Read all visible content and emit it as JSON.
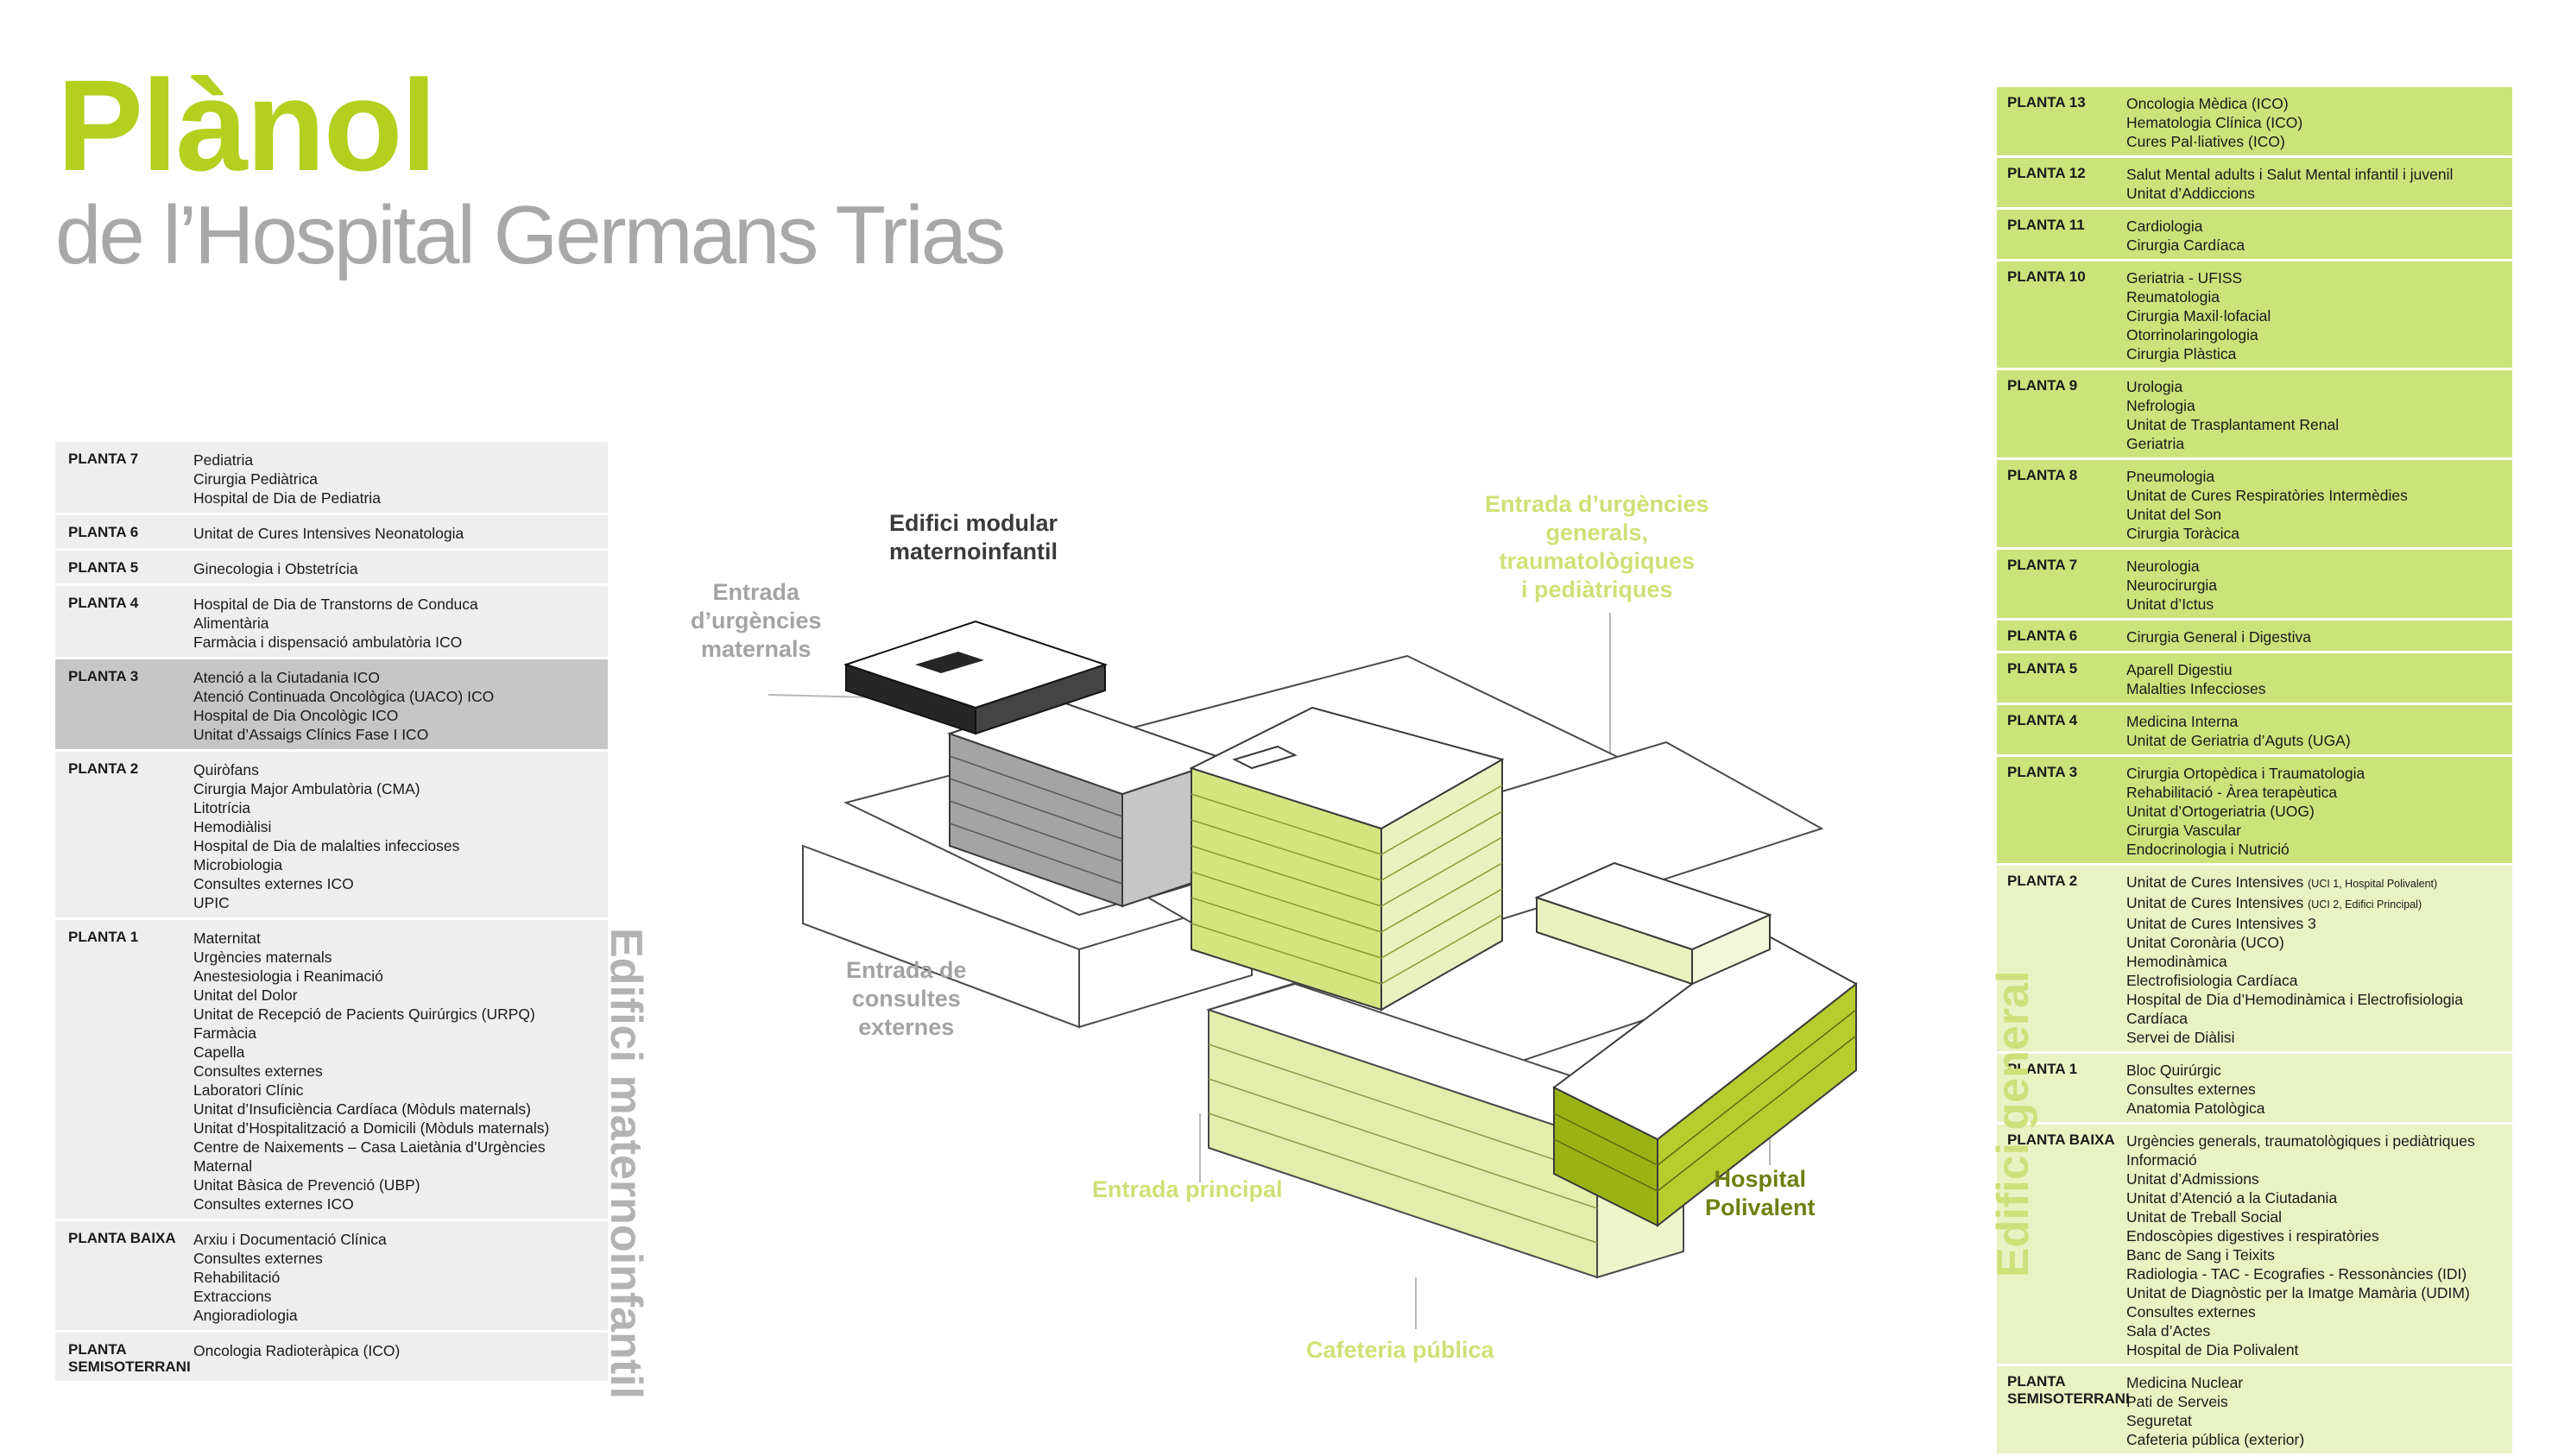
{
  "title": {
    "main": "Plànol",
    "sub": "de l’Hospital Germans Trias"
  },
  "sections": {
    "left": "Edifici maternoinfantil",
    "right": "Edifici general"
  },
  "labels": {
    "modular": "Edifici modular\nmaternoinfantil",
    "urgencies_maternals": "Entrada\nd’urgències\nmaternals",
    "urgencies_generals": "Entrada d’urgències\ngenerals,\ntraumatològiques\ni pediàtriques",
    "consultes_externes": "Entrada de\nconsultes\nexternes",
    "entrada_principal": "Entrada principal",
    "hospital_polivalent": "Hospital\nPolivalent",
    "cafeteria": "Cafeteria pública"
  },
  "colors": {
    "accent_green": "#b5cf1e",
    "panel_green": "#cce27a",
    "panel_light_green": "#e9f2c3",
    "panel_grey": "#eeeeee",
    "panel_dark_grey": "#c6c6c6",
    "olive": "#6f7f10"
  },
  "maternoinfantil_floors": [
    {
      "label": "PLANTA 7",
      "items": [
        "Pediatria",
        "Cirurgia Pediàtrica",
        "Hospital de Dia de Pediatria"
      ]
    },
    {
      "label": "PLANTA 6",
      "items": [
        "Unitat de Cures Intensives Neonatologia"
      ]
    },
    {
      "label": "PLANTA 5",
      "items": [
        "Ginecologia i Obstetrícia"
      ]
    },
    {
      "label": "PLANTA 4",
      "items": [
        "Hospital de Dia de Transtorns de Conduca",
        "Alimentària",
        "Farmàcia i dispensació ambulatòria ICO"
      ]
    },
    {
      "label": "PLANTA 3",
      "items": [
        "Atenció a la Ciutadania ICO",
        "Atenció Continuada Oncològica (UACO) ICO",
        "Hospital de Dia Oncològic ICO",
        "Unitat d’Assaigs Clínics Fase I ICO"
      ]
    },
    {
      "label": "PLANTA 2",
      "items": [
        "Quiròfans",
        "Cirurgia Major Ambulatòria (CMA)",
        "Litotrícia",
        "Hemodiàlisi",
        "Hospital de Dia de malalties infeccioses",
        "Microbiologia",
        "Consultes externes ICO",
        "UPIC"
      ]
    },
    {
      "label": "PLANTA 1",
      "items": [
        "Maternitat",
        "Urgències maternals",
        "Anestesiologia i Reanimació",
        "Unitat del Dolor",
        "Unitat de Recepció de Pacients Quirúrgics (URPQ)",
        "Farmàcia",
        "Capella",
        "Consultes externes",
        "Laboratori Clínic",
        "Unitat d’Insuficiència Cardíaca (Mòduls maternals)",
        "Unitat d’Hospitalització a Domicili (Mòduls maternals)",
        "Centre de Naixements – Casa Laietània d’Urgències",
        "Maternal",
        "Unitat Bàsica de Prevenció (UBP)",
        "Consultes externes ICO"
      ]
    },
    {
      "label": "PLANTA BAIXA",
      "items": [
        "Arxiu i Documentació Clínica",
        "Consultes externes",
        "Rehabilitació",
        "Extraccions",
        "Angioradiologia"
      ]
    },
    {
      "label": "PLANTA",
      "label2": "SEMISOTERRANI",
      "items": [
        "Oncologia Radioteràpica (ICO)"
      ]
    }
  ],
  "general_floors": [
    {
      "label": "PLANTA 13",
      "items": [
        "Oncologia Mèdica (ICO)",
        "Hematologia Clínica (ICO)",
        "Cures Pal·liatives (ICO)"
      ]
    },
    {
      "label": "PLANTA 12",
      "items": [
        "Salut Mental adults i Salut Mental infantil i juvenil",
        "Unitat d’Addiccions"
      ]
    },
    {
      "label": "PLANTA 11",
      "items": [
        "Cardiologia",
        "Cirurgia Cardíaca"
      ]
    },
    {
      "label": "PLANTA 10",
      "items": [
        "Geriatria - UFISS",
        "Reumatologia",
        "Cirurgia Maxil·lofacial",
        "Otorrinolaringologia",
        "Cirurgia Plàstica"
      ]
    },
    {
      "label": "PLANTA 9",
      "items": [
        "Urologia",
        "Nefrologia",
        "Unitat de Trasplantament Renal",
        "Geriatria"
      ]
    },
    {
      "label": "PLANTA 8",
      "items": [
        "Pneumologia",
        "Unitat de Cures Respiratòries Intermèdies",
        "Unitat del Son",
        "Cirurgia Toràcica"
      ]
    },
    {
      "label": "PLANTA 7",
      "items": [
        "Neurologia",
        "Neurocirurgia",
        "Unitat d’Ictus"
      ]
    },
    {
      "label": "PLANTA 6",
      "items": [
        "Cirurgia General i Digestiva"
      ]
    },
    {
      "label": "PLANTA 5",
      "items": [
        "Aparell Digestiu",
        "Malalties Infeccioses"
      ]
    },
    {
      "label": "PLANTA 4",
      "items": [
        "Medicina Interna",
        "Unitat de Geriatria d’Aguts (UGA)"
      ]
    },
    {
      "label": "PLANTA 3",
      "items": [
        "Cirurgia Ortopèdica i Traumatologia",
        "Rehabilitació - Àrea terapèutica",
        "Unitat d’Ortogeriatria (UOG)",
        "Cirurgia Vascular",
        "Endocrinologia i Nutrició"
      ]
    },
    {
      "label": "PLANTA 2",
      "items": [
        "Unitat de Cures Intensives",
        "Unitat de Cures Intensives",
        "Unitat de Cures Intensives 3",
        "Unitat Coronària (UCO)",
        "Hemodinàmica",
        "Electrofisiologia Cardíaca",
        "Hospital de Dia d’Hemodinàmica i Electrofisiologia",
        "Cardíaca",
        "Servei de Diàlisi"
      ],
      "notes": [
        "(UCI 1, Hospital Polivalent)",
        "(UCI 2, Edifici Principal)"
      ]
    },
    {
      "label": "PLANTA 1",
      "items": [
        "Bloc Quirúrgic",
        "Consultes externes",
        "Anatomia Patològica"
      ]
    },
    {
      "label": "PLANTA BAIXA",
      "items": [
        "Urgències generals, traumatològiques i pediàtriques",
        "Informació",
        "Unitat d’Admissions",
        "Unitat d’Atenció a la Ciutadania",
        "Unitat de Treball Social",
        "Endoscòpies digestives i respiratòries",
        "Banc de Sang i Teixits",
        "Radiologia - TAC - Ecografies - Ressonàncies (IDI)",
        "Unitat de Diagnòstic per la Imatge Mamària (UDIM)",
        "Consultes externes",
        "Sala d’Actes",
        "Hospital de Dia Polivalent"
      ]
    },
    {
      "label": "PLANTA",
      "label2": "SEMISOTERRANI",
      "items": [
        "Medicina Nuclear",
        "Pati de Serveis",
        "Seguretat",
        "Cafeteria pública (exterior)"
      ]
    }
  ]
}
